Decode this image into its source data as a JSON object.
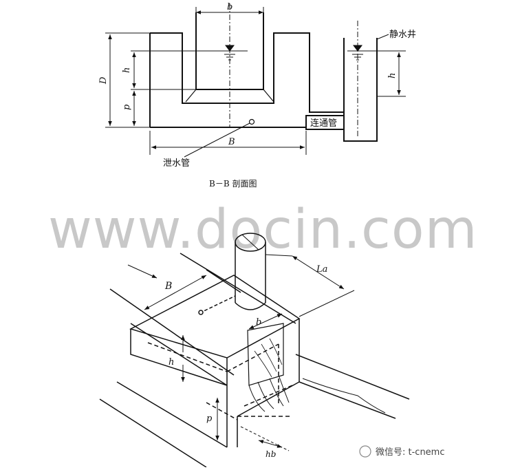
{
  "section": {
    "caption": "B－B 剖面图",
    "labels": {
      "b": "b",
      "D": "D",
      "h": "h",
      "p": "p",
      "B": "B",
      "h_well": "h",
      "still_well": "静水井",
      "connecting_pipe": "连通管",
      "drain_pipe": "泄水管"
    }
  },
  "isometric": {
    "labels": {
      "B": "B",
      "b": "b",
      "La": "La",
      "h": "h",
      "p": "p",
      "hb": "hb"
    }
  },
  "watermark": {
    "text": "www.docin.com",
    "source": "微信号: t-cnemc"
  },
  "colors": {
    "line": "#111111",
    "watermark": "#c8c8c8"
  }
}
